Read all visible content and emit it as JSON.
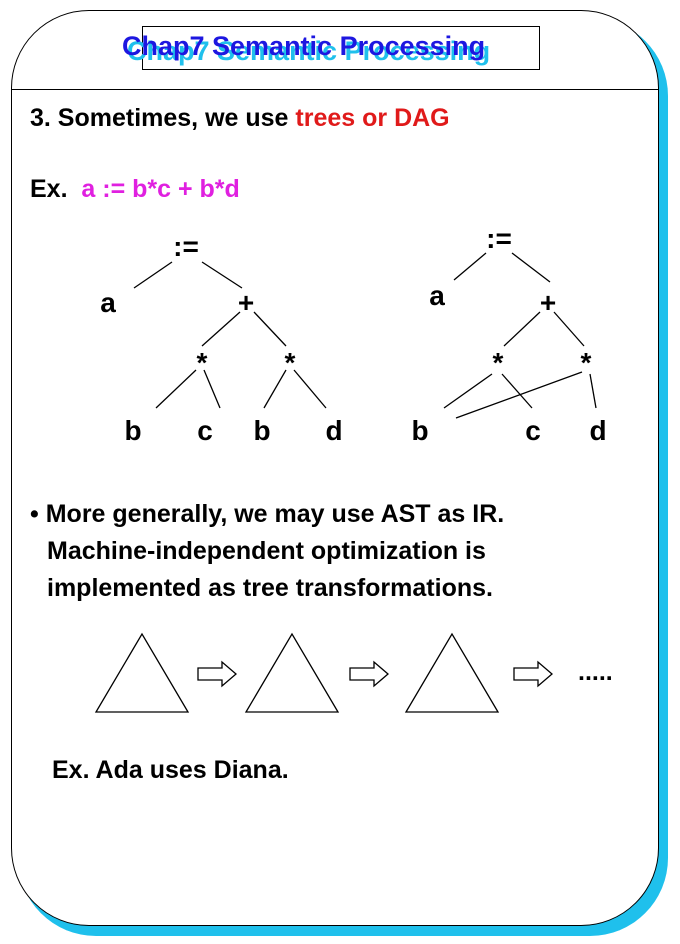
{
  "title": "Chap7  Semantic Processing",
  "point3": {
    "prefix": "3. Sometimes, we use ",
    "highlight": "trees or DAG"
  },
  "example": {
    "prefix": "Ex.  ",
    "expr": "a := b*c + b*d"
  },
  "tree": {
    "root": ":=",
    "a": "a",
    "plus": "+",
    "mul1": "*",
    "mul2": "*",
    "b1": "b",
    "c": "c",
    "b2": "b",
    "d": "d"
  },
  "dag": {
    "root": ":=",
    "a": "a",
    "plus": "+",
    "mul1": "*",
    "mul2": "*",
    "b": "b",
    "c": "c",
    "d": "d"
  },
  "bullet": {
    "mark": "•",
    "line1": "More generally, we may use AST as IR.",
    "line2": "Machine-independent optimization is",
    "line3": "implemented as tree transformations."
  },
  "ellipsis": ".....",
  "example2": "Ex. Ada uses Diana.",
  "colors": {
    "title": "#1d17e0",
    "shadow": "#1fc0ec",
    "highlight_red": "#e01a1a",
    "highlight_magenta": "#e020e0"
  }
}
